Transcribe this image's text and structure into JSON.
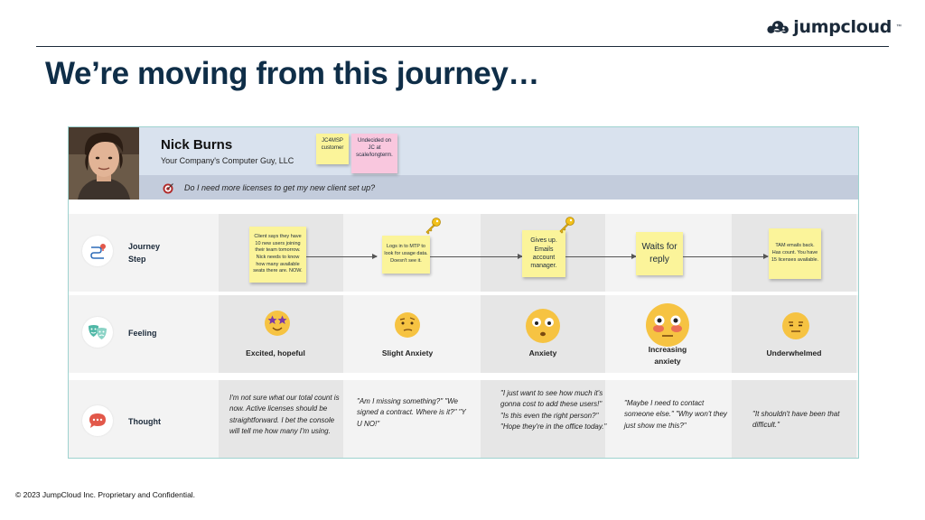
{
  "brand": {
    "name": "jumpcloud",
    "tm": "™"
  },
  "slide": {
    "title": "We’re moving from this journey…"
  },
  "persona": {
    "name": "Nick Burns",
    "company": "Your Company's Computer Guy, LLC",
    "question": "Do I need more licenses to get my new client set up?",
    "stickies": [
      {
        "text": "JC4MSP customer"
      },
      {
        "text": "Undecided on JC at scale/longterm."
      }
    ]
  },
  "rows": {
    "journey": {
      "label_line1": "Journey",
      "label_line2": "Step"
    },
    "feeling": {
      "label": "Feeling"
    },
    "thought": {
      "label": "Thought"
    }
  },
  "steps": [
    {
      "note": "Client says they have 10 new users joining their team tomorrow. Nick needs to know how many available seats there are. NOW.",
      "feeling": "Excited, hopeful",
      "thought": "I'm not sure what our total count is now. Active licenses should be straightforward. I bet the console will tell me how many I'm using."
    },
    {
      "note": "Logs in to MTP to look for usage data. Doesn't see it.",
      "feeling": "Slight Anxiety",
      "thought": "\"Am I missing something?\" \"We signed a contract. Where is it?\" \"Y U NO!\""
    },
    {
      "note": "Gives up. Emails account manager.",
      "feeling": "Anxiety",
      "thought": "\"I just want to see how much it's gonna cost to add these users!\" \"Is this even the right person?\" \"Hope they're in the office today.\""
    },
    {
      "note": "Waits for reply",
      "feeling_line1": "Increasing",
      "feeling_line2": "anxiety",
      "thought": "\"Maybe I need to contact someone else.\" \"Why won't they just show me this?\""
    },
    {
      "note": "TAM emails back. Has count. You have 15 licenses available.",
      "feeling": "Underwhelmed",
      "thought": "\"It shouldn't have been that difficult.\""
    }
  ],
  "footer": {
    "text": "© 2023 JumpCloud Inc. Proprietary and Confidential."
  },
  "colors": {
    "title": "#0f2e48",
    "sticky_yellow": "#fbf49a",
    "sticky_pink": "#f9c7de",
    "persona_bg": "#d9e2ee",
    "board_border": "#9ed2cf"
  }
}
